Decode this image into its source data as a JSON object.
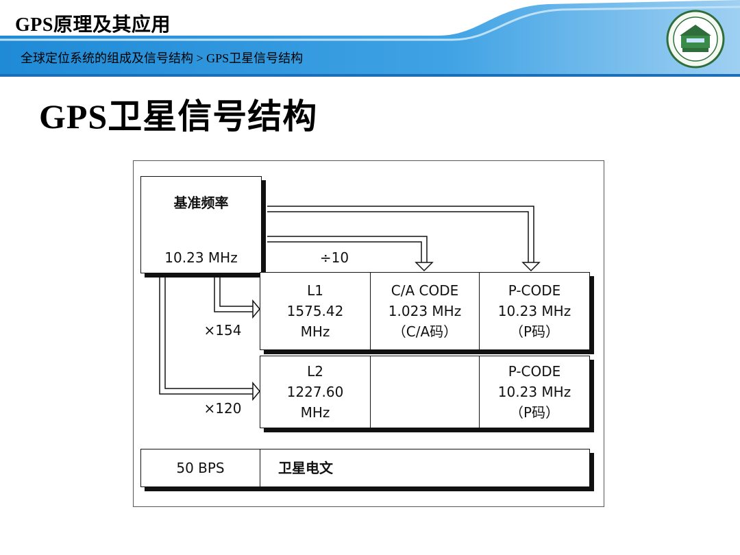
{
  "header": {
    "course_title": "GPS原理及其应用",
    "breadcrumb": "全球定位系统的组成及信号结构 > GPS卫星信号结构"
  },
  "slide": {
    "title": "GPS卫星信号结构"
  },
  "diagram": {
    "source_box": {
      "label": "基准频率",
      "freq": "10.23 MHz"
    },
    "divide_label": "÷10",
    "mult_154": "×154",
    "mult_120": "×120",
    "l1": {
      "line1": "L1",
      "line2": "1575.42",
      "line3": "MHz"
    },
    "ca_code": {
      "line1": "C/A CODE",
      "line2": "1.023 MHz",
      "line3": "（C/A码）"
    },
    "p_code_1": {
      "line1": "P-CODE",
      "line2": "10.23 MHz",
      "line3": "（P码）"
    },
    "l2": {
      "line1": "L2",
      "line2": "1227.60",
      "line3": "MHz"
    },
    "p_code_2": {
      "line1": "P-CODE",
      "line2": "10.23 MHz",
      "line3": "（P码）"
    },
    "message_rate": "50 BPS",
    "message_label": "卫星电文"
  },
  "colors": {
    "header_blue_dark": "#1e88d8",
    "header_blue_light": "#cfe8f8",
    "frame": "#111111"
  },
  "icons": [
    "university-logo-icon"
  ]
}
